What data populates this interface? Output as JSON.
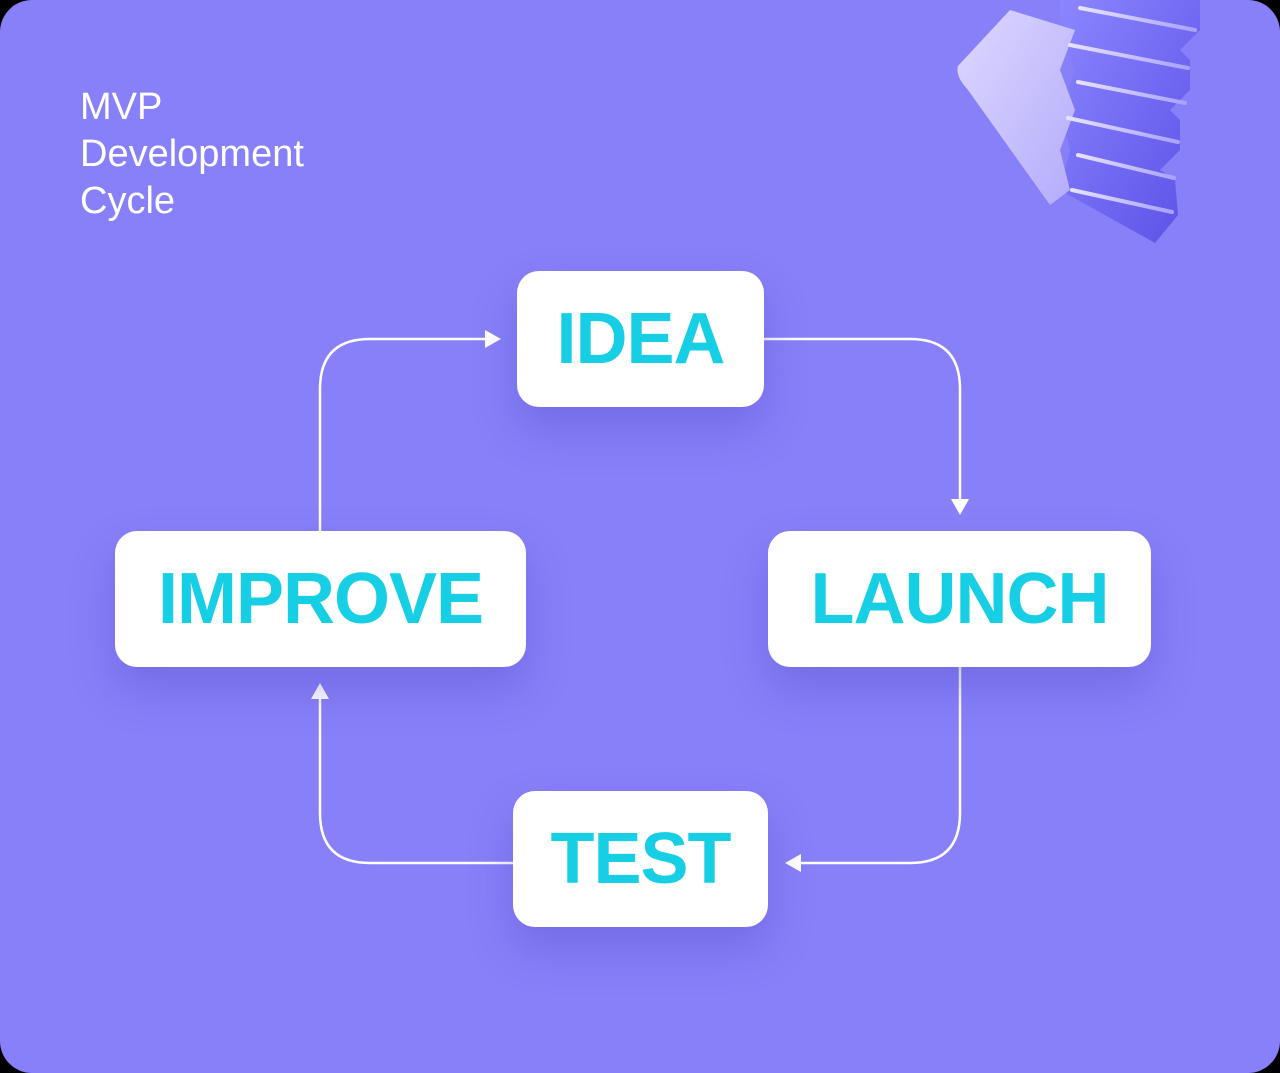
{
  "title": {
    "lines": [
      "MVP",
      "Development",
      "Cycle"
    ]
  },
  "diagram": {
    "nodes": [
      {
        "id": "idea",
        "label": "IDEA"
      },
      {
        "id": "launch",
        "label": "LAUNCH"
      },
      {
        "id": "test",
        "label": "TEST"
      },
      {
        "id": "improve",
        "label": "IMPROVE"
      }
    ],
    "edges": [
      {
        "from": "idea",
        "to": "launch"
      },
      {
        "from": "launch",
        "to": "test"
      },
      {
        "from": "test",
        "to": "improve"
      },
      {
        "from": "improve",
        "to": "idea"
      }
    ]
  },
  "colors": {
    "background": "#8880f8",
    "node_fill": "#ffffff",
    "node_text": "#17cfe4",
    "connector": "#ffffff",
    "title_text": "#ffffff"
  },
  "decoration": {
    "icon": "stairs-3d-icon"
  }
}
